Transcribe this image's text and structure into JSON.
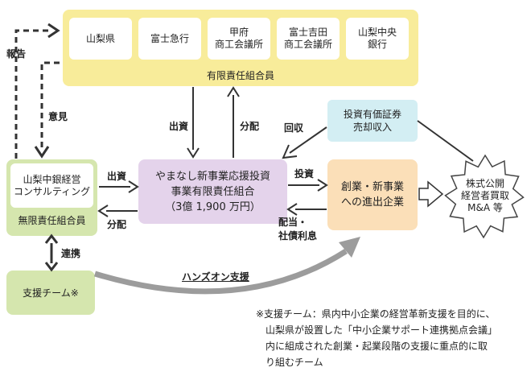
{
  "banks_group": {
    "members": [
      "山梨県",
      "富士急行",
      "甲府\n商工会議所",
      "富士吉田\n商工会議所",
      "山梨中央\n銀行"
    ],
    "label": "有限責任組合員"
  },
  "consulting": {
    "name": "山梨中銀経営\nコンサルティング",
    "role": "無限責任組合員"
  },
  "fund": {
    "name": "やまなし新事業応援投資\n事業有限責任組合",
    "amount": "（3億 1,900 万円）"
  },
  "startup": {
    "name": "創業・新事業\nへの進出企業"
  },
  "securities": {
    "name": "投資有価証券\n売却収入"
  },
  "exit": {
    "name": "株式公開\n経営者買取\nM&A 等"
  },
  "support_team": {
    "name": "支援チーム※"
  },
  "flows": {
    "report": "報告",
    "opinion": "意見",
    "invest_from_members": "出資",
    "distribute_to_members": "分配",
    "invest_to_fund": "出資",
    "distribute_to_consulting": "分配",
    "investment": "投資",
    "recovery": "回収",
    "dividend": "配当・\n社債利息",
    "cooperation": "連携",
    "hands_on": "ハンズオン支援"
  },
  "footnote": "※支援チーム：県内中小企業の経営革新支援を目的に、\n　山梨県が設置した「中小企業サポート連携拠点会議」\n　内に組成された創業・起業段階の支援に重点的に取\n　り組むチーム",
  "colors": {
    "yellow": "#f8ec9a",
    "green": "#d5e6ae",
    "purple": "#e4d3eb",
    "orange": "#fbdfb8",
    "cyan": "#d3eef3",
    "arrow": "#333333",
    "curve": "#9c9c9c"
  }
}
